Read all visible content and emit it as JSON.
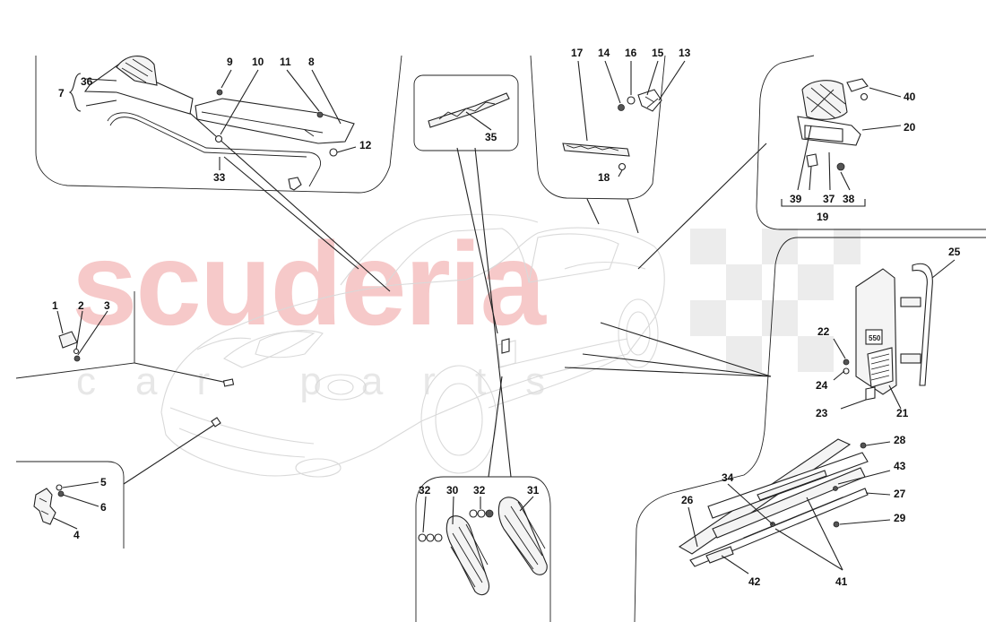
{
  "watermark": {
    "brand": "scuderia",
    "subtitle": "car parts"
  },
  "callouts": {
    "n1": "1",
    "n2": "2",
    "n3": "3",
    "n4": "4",
    "n5": "5",
    "n6": "6",
    "n7": "7",
    "n8": "8",
    "n9": "9",
    "n10": "10",
    "n11": "11",
    "n12": "12",
    "n13": "13",
    "n14": "14",
    "n15": "15",
    "n16": "16",
    "n17": "17",
    "n18": "18",
    "n19": "19",
    "n20": "20",
    "n21": "21",
    "n22": "22",
    "n23": "23",
    "n24": "24",
    "n25": "25",
    "n26": "26",
    "n27": "27",
    "n28": "28",
    "n29": "29",
    "n30": "30",
    "n31": "31",
    "n32a": "32",
    "n32b": "32",
    "n33": "33",
    "n34": "34",
    "n35": "35",
    "n36": "36",
    "n37": "37",
    "n38": "38",
    "n39": "39",
    "n40": "40",
    "n41": "41",
    "n42": "42",
    "n43": "43"
  },
  "badge": {
    "plate_text": "550"
  }
}
